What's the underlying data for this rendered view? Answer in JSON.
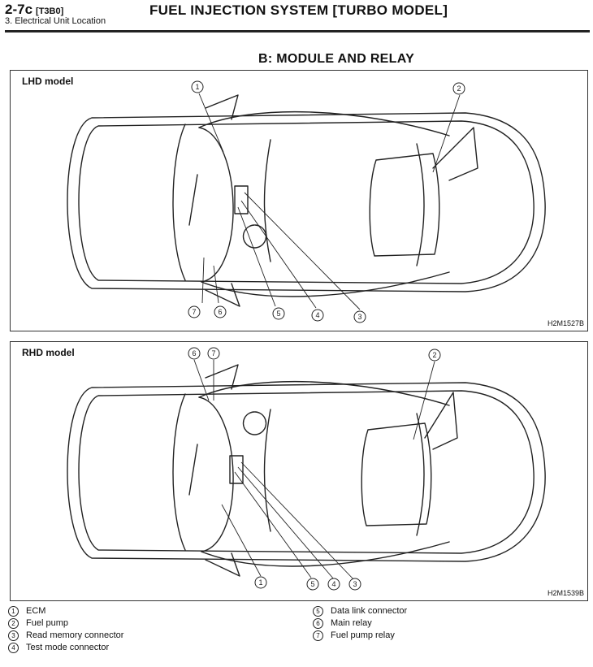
{
  "header": {
    "code": "2-7c",
    "ref": "[T3B0]",
    "subtitle": "3. Electrical Unit Location",
    "title": "FUEL INJECTION SYSTEM [TURBO MODEL]"
  },
  "section_title": "B: MODULE AND RELAY",
  "panels": {
    "lhd": {
      "label": "LHD model",
      "code": "H2M1527B"
    },
    "rhd": {
      "label": "RHD model",
      "code": "H2M1539B"
    }
  },
  "callouts": {
    "c1": "1",
    "c2": "2",
    "c3": "3",
    "c4": "4",
    "c5": "5",
    "c6": "6",
    "c7": "7"
  },
  "legend": {
    "left": [
      {
        "num": "1",
        "label": "ECM"
      },
      {
        "num": "2",
        "label": "Fuel pump"
      },
      {
        "num": "3",
        "label": "Read memory connector"
      },
      {
        "num": "4",
        "label": "Test mode connector"
      }
    ],
    "right": [
      {
        "num": "5",
        "label": "Data link connector"
      },
      {
        "num": "6",
        "label": "Main relay"
      },
      {
        "num": "7",
        "label": "Fuel pump relay"
      }
    ]
  }
}
